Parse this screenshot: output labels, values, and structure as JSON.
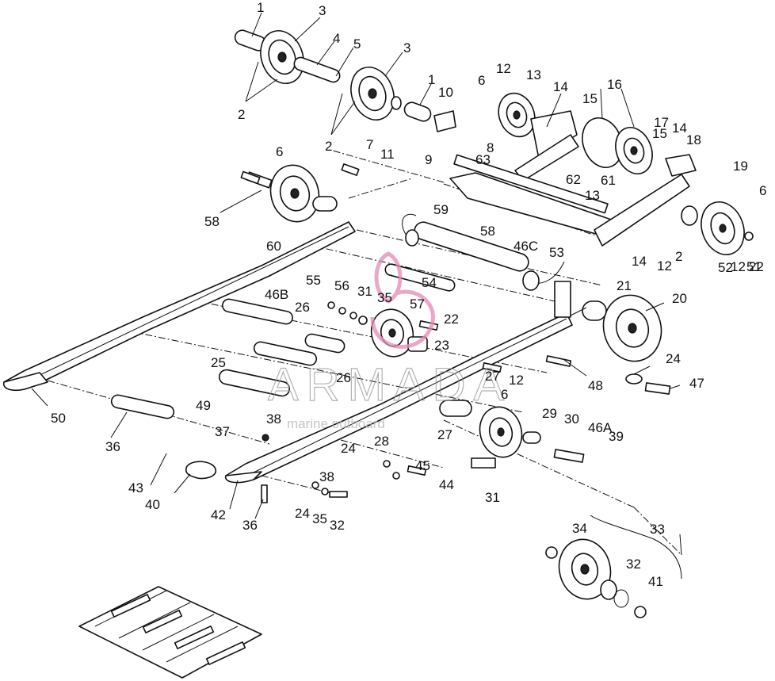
{
  "diagram": {
    "callouts": [
      "1",
      "3",
      "4",
      "5",
      "3",
      "2",
      "2",
      "1",
      "10",
      "6",
      "12",
      "13",
      "14",
      "15",
      "16",
      "17",
      "15",
      "14",
      "18",
      "19",
      "6",
      "7",
      "11",
      "8",
      "9",
      "63",
      "62",
      "61",
      "13",
      "6",
      "12",
      "22",
      "58",
      "60",
      "59",
      "58",
      "46C",
      "53",
      "54",
      "55",
      "56",
      "31",
      "35",
      "57",
      "22",
      "23",
      "21",
      "20",
      "14",
      "12",
      "2",
      "52",
      "51",
      "46B",
      "26",
      "25",
      "26",
      "27",
      "12",
      "6",
      "24",
      "47",
      "48",
      "50",
      "49",
      "38",
      "37",
      "28",
      "27",
      "29",
      "30",
      "46A",
      "39",
      "36",
      "24",
      "45",
      "44",
      "43",
      "40",
      "42",
      "38",
      "36",
      "24",
      "35",
      "32",
      "31",
      "34",
      "33",
      "32",
      "41"
    ],
    "watermark": {
      "brand": "ARMADA",
      "tagline": "marine outboard"
    }
  }
}
